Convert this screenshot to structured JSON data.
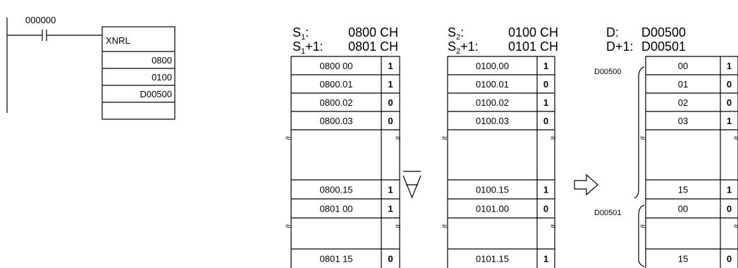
{
  "ladder": {
    "contact_label": "000000",
    "instruction": "XNRL",
    "operands": [
      "0800",
      "0100",
      "D00500"
    ]
  },
  "s1": {
    "label1": "S1:",
    "value1": "0800 CH",
    "label2": "S1+1:",
    "value2": "0801 CH",
    "rows": [
      {
        "bit": "0800 00",
        "val": "1"
      },
      {
        "bit": "0800.01",
        "val": "1"
      },
      {
        "bit": "0800.02",
        "val": "0"
      },
      {
        "bit": "0800.03",
        "val": "0"
      },
      {
        "bit": "0800.15",
        "val": "1"
      },
      {
        "bit": "0801 00",
        "val": "1"
      },
      {
        "bit": "0801 15",
        "val": "0"
      }
    ]
  },
  "s2": {
    "label1": "S2:",
    "value1": "0100 CH",
    "label2": "S2+1:",
    "value2": "0101 CH",
    "rows": [
      {
        "bit": "0100.00",
        "val": "1"
      },
      {
        "bit": "0100.01",
        "val": "0"
      },
      {
        "bit": "0100.02",
        "val": "1"
      },
      {
        "bit": "0100.03",
        "val": "0"
      },
      {
        "bit": "0100.15",
        "val": "1"
      },
      {
        "bit": "0101.00",
        "val": "0"
      },
      {
        "bit": "0101.15",
        "val": "1"
      }
    ]
  },
  "d": {
    "label1": "D:",
    "value1": "D00500",
    "label2": "D+1:",
    "value2": "D00501",
    "word1": "D00500",
    "word2": "D00501",
    "rows": [
      {
        "bit": "00",
        "val": "1"
      },
      {
        "bit": "01",
        "val": "0"
      },
      {
        "bit": "02",
        "val": "0"
      },
      {
        "bit": "03",
        "val": "1"
      },
      {
        "bit": "15",
        "val": "1"
      },
      {
        "bit": "00",
        "val": "0"
      },
      {
        "bit": "15",
        "val": "0"
      }
    ]
  },
  "break_symbol": "≈"
}
